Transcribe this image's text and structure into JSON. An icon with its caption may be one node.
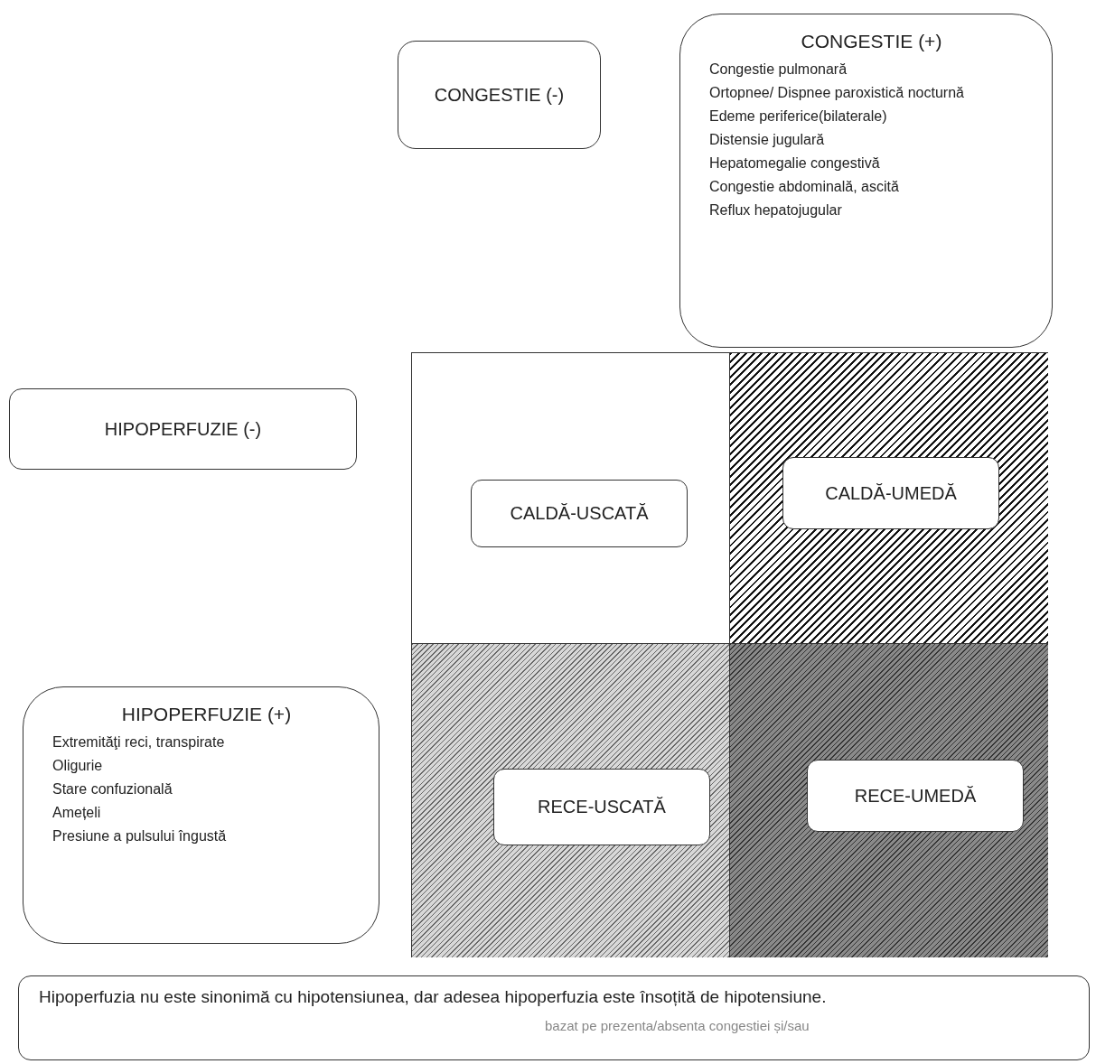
{
  "diagram": {
    "nodes": [
      {
        "text": [
          "CONGESTIE (-)"
        ]
      },
      {
        "text": [
          "CONGESTIE (+)",
          "Congestie pulmonară",
          "Ortopnee/ Dispnee paroxistică nocturnă",
          "Edeme periferice(bilaterale)",
          "Distensie jugulară",
          "Hepatomegalie congestivă",
          "Congestie abdominală, ascită",
          "Reflux hepatojugular"
        ]
      },
      {
        "text": [
          "HIPOPERFUZIE (-)"
        ]
      },
      {
        "text": [],
        "shape": "box"
      },
      {
        "text": [],
        "shape": "box",
        "in": 3
      },
      {
        "text": [
          "CALDĂ-USCATĂ"
        ],
        "in": 4
      },
      {
        "text": [],
        "shape": "box",
        "in": 3
      },
      {
        "text": [
          "CALDĂ-UMEDĂ"
        ],
        "in": 6
      },
      {
        "text": [
          "HIPOPERFUZIE (+)",
          "Extremităţi reci, transpirate",
          "Oligurie",
          "Stare confuzională",
          "Amețeli",
          "Presiune a pulsului îngustă"
        ]
      },
      {
        "text": [],
        "shape": "box",
        "in": 3
      },
      {
        "text": [
          "RECE-USCATĂ"
        ],
        "in": 9
      },
      {
        "text": [],
        "shape": "box",
        "in": 3
      },
      {
        "text": [
          "RECE-UMEDĂ"
        ],
        "in": 11
      },
      {
        "text": [
          "Hipoperfuzia nu este sinonimă cu hipotensiunea, dar adesea hipoperfuzia este însoțită de hipotensiune.",
          "bazat pe prezenta/absenta congestiei și/sau"
        ]
      }
    ],
    "edges": []
  }
}
